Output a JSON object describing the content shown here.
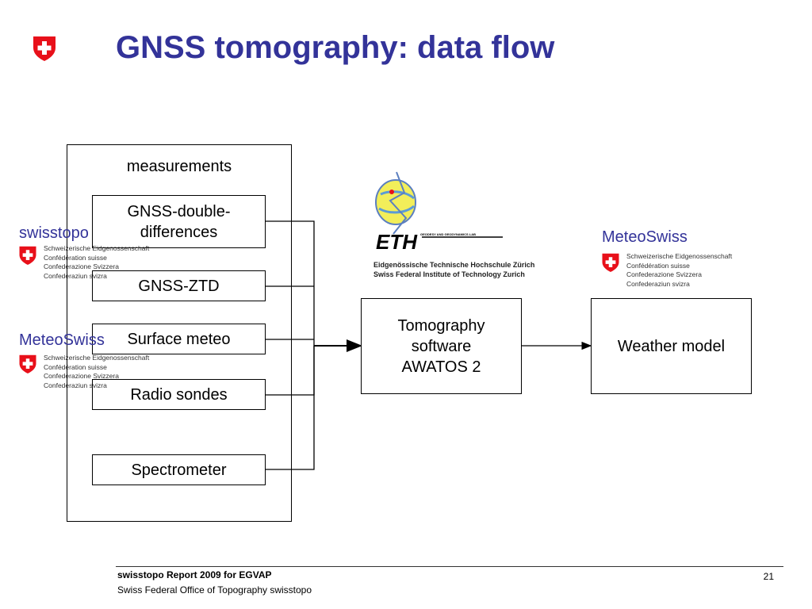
{
  "slide": {
    "title": "GNSS tomography: data flow",
    "page_number": "21"
  },
  "measurements": {
    "label": "measurements",
    "items": [
      {
        "label": "GNSS-double-\ndifferences"
      },
      {
        "label": "GNSS-ZTD"
      },
      {
        "label": "Surface meteo"
      },
      {
        "label": "Radio sondes"
      },
      {
        "label": "Spectrometer"
      }
    ]
  },
  "processing": {
    "tomography": "Tomography\nsoftware\nAWATOS 2",
    "weather_model": "Weather model"
  },
  "organizations": {
    "swisstopo": "swisstopo",
    "meteoswiss_left": "MeteoSwiss",
    "meteoswiss_right": "MeteoSwiss",
    "confederation_lines": [
      "Schweizerische Eidgenossenschaft",
      "Confédération suisse",
      "Confederazione Svizzera",
      "Confederaziun svizra"
    ],
    "eth": {
      "logo_text": "ETH",
      "lab_text": "GEODESY AND GEODYNAMICS LAB",
      "line1": "Eidgenössische Technische Hochschule Zürich",
      "line2": "Swiss Federal Institute of Technology Zurich"
    }
  },
  "footer": {
    "line1": "swisstopo Report 2009 for EGVAP",
    "line2": "Swiss Federal Office of Topography swisstopo"
  },
  "colors": {
    "title": "#333399",
    "swiss_red": "#e8101a",
    "org_blue": "#333399"
  }
}
